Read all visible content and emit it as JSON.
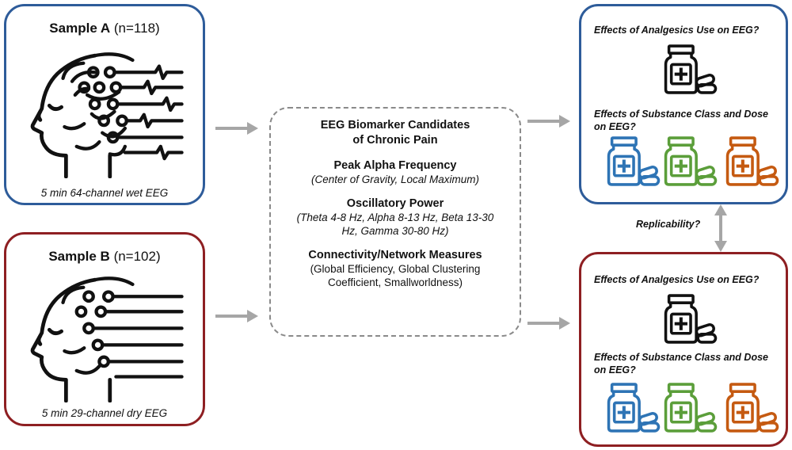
{
  "sample_a": {
    "name": "Sample A",
    "n_label": "(n=118)",
    "caption": "5 min 64-channel wet EEG"
  },
  "sample_b": {
    "name": "Sample B",
    "n_label": "(n=102)",
    "caption": "5 min 29-channel dry EEG"
  },
  "center": {
    "title_line1": "EEG Biomarker Candidates",
    "title_line2": "of Chronic Pain",
    "section1_title": "Peak Alpha Frequency",
    "section1_detail": "(Center of Gravity, Local Maximum)",
    "section2_title": "Oscillatory Power",
    "section2_detail_line1": "(Theta 4-8 Hz, Alpha 8-13 Hz, Beta 13-30",
    "section2_detail_line2": "Hz, Gamma 30-80 Hz)",
    "section3_title": "Connectivity/Network Measures",
    "section3_detail_line1": "(Global Efficiency, Global Clustering",
    "section3_detail_line2": "Coefficient, Smallworldness)"
  },
  "results": {
    "q1": "Effects of Analgesics Use on EEG?",
    "q2_line1": "Effects of Substance Class and Dose",
    "q2_line2": "on EEG?"
  },
  "replicability_label": "Replicability?",
  "colors": {
    "sample_a_border": "#2E5C9A",
    "sample_b_border": "#8E1F22",
    "arrow_gray": "#A6A6A6",
    "bottle_blue": "#2E74B5",
    "bottle_green": "#5B9E3A",
    "bottle_orange": "#C55A11"
  }
}
